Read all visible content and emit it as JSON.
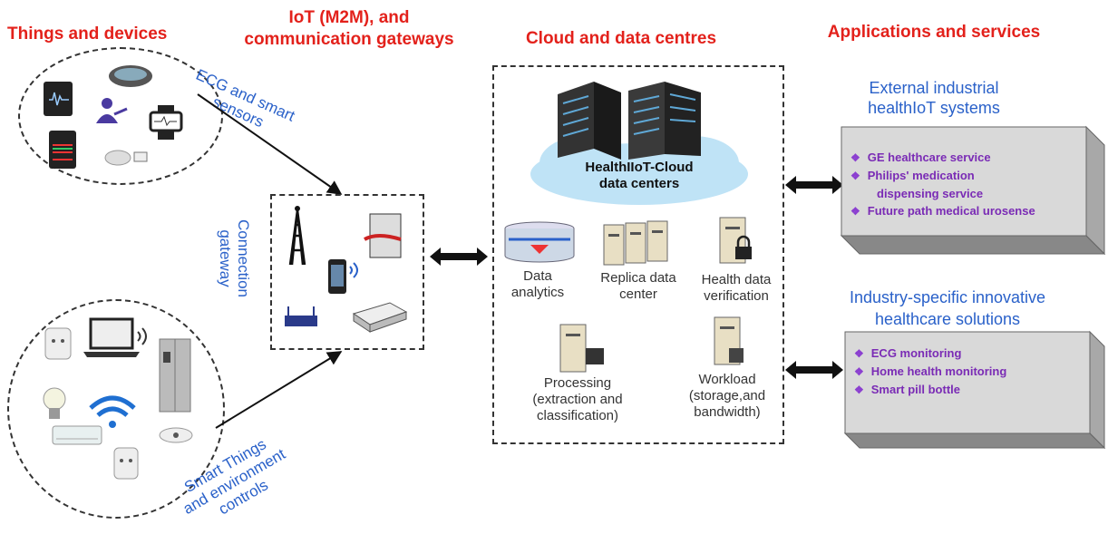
{
  "headers": {
    "things": "Things and devices",
    "iot_line1": "IoT (M2M), and",
    "iot_line2": "communication gateways",
    "cloud": "Cloud and data centres",
    "apps": "Applications and services"
  },
  "labels": {
    "ecg_line1": "ECG and smart",
    "ecg_line2": "sensors",
    "gateway_line1": "Connection",
    "gateway_line2": "gateway",
    "smart_line1": "Smart Things",
    "smart_line2": "and environment",
    "smart_line3": "controls",
    "cloud_line1": "HealthIIoT-Cloud",
    "cloud_line2": "data centers",
    "analytics_line1": "Data",
    "analytics_line2": "analytics",
    "replica_line1": "Replica data",
    "replica_line2": "center",
    "verification_line1": "Health data",
    "verification_line2": "verification",
    "processing_line1": "Processing",
    "processing_line2": "(extraction and",
    "processing_line3": "classification)",
    "workload_line1": "Workload",
    "workload_line2": "(storage,and",
    "workload_line3": "bandwidth)"
  },
  "external": {
    "title_line1": "External industrial",
    "title_line2": "healthIoT systems",
    "items": [
      "GE healthcare service",
      "Philips' medication",
      "dispensing service",
      "Future path medical urosense"
    ]
  },
  "industry": {
    "title_line1": "Industry-specific innovative",
    "title_line2": "healthcare solutions",
    "items": [
      "ECG monitoring",
      "Home health monitoring",
      "Smart pill bottle"
    ]
  },
  "bullet_symbol": "❖",
  "colors": {
    "header_red": "#e3211b",
    "label_blue": "#2a61c9",
    "bullet_purple": "#7a2bb5",
    "box_gray": "#d9d9d9"
  }
}
